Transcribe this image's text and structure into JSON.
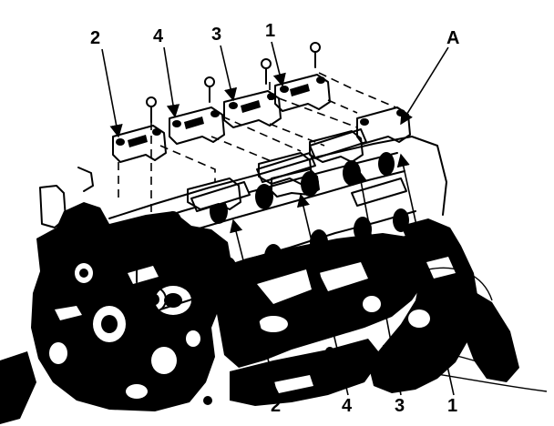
{
  "callouts_top": [
    "2",
    "4",
    "3",
    "1",
    "A"
  ],
  "callouts_bottom": [
    "2",
    "4",
    "3",
    "1"
  ]
}
